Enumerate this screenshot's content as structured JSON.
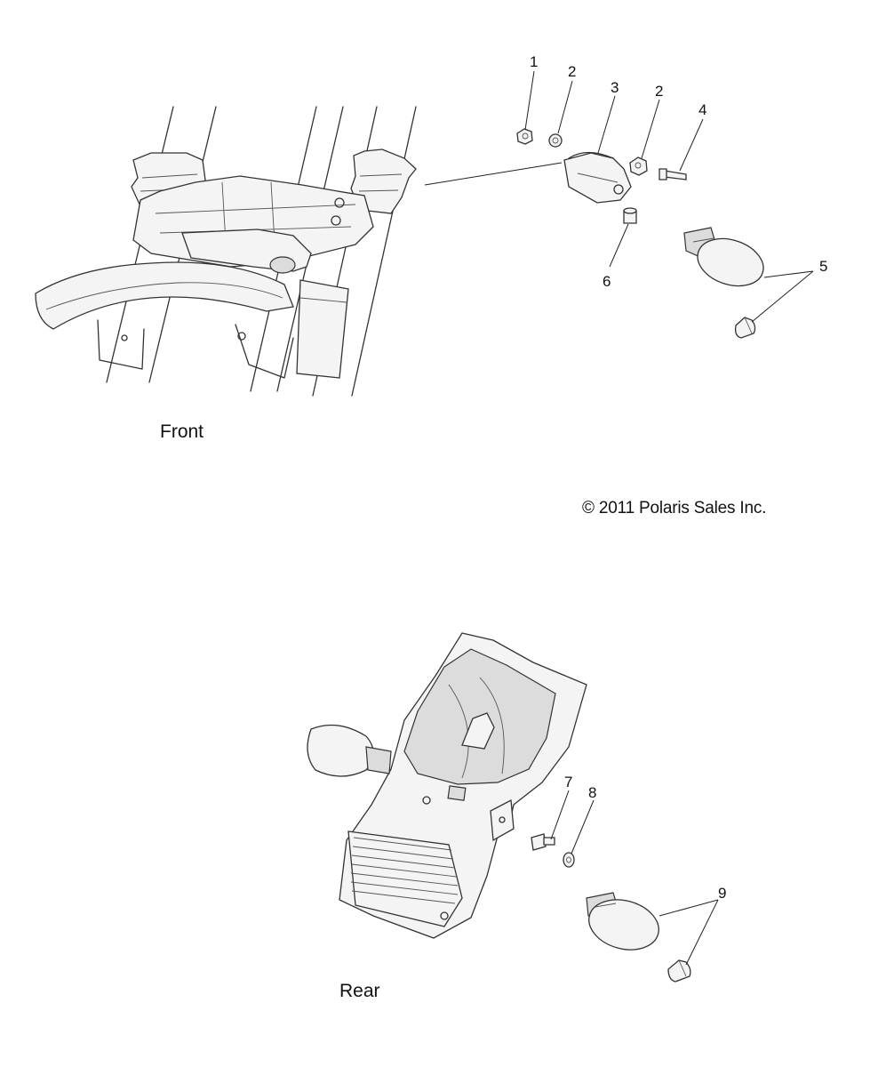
{
  "labels": {
    "front": "Front",
    "rear": "Rear",
    "copyright": "© 2011 Polaris Sales Inc."
  },
  "callouts": [
    {
      "id": "c1",
      "text": "1"
    },
    {
      "id": "c2a",
      "text": "2"
    },
    {
      "id": "c3",
      "text": "3"
    },
    {
      "id": "c2b",
      "text": "2"
    },
    {
      "id": "c4",
      "text": "4"
    },
    {
      "id": "c5",
      "text": "5"
    },
    {
      "id": "c6",
      "text": "6"
    },
    {
      "id": "c7",
      "text": "7"
    },
    {
      "id": "c8",
      "text": "8"
    },
    {
      "id": "c9",
      "text": "9"
    }
  ]
}
